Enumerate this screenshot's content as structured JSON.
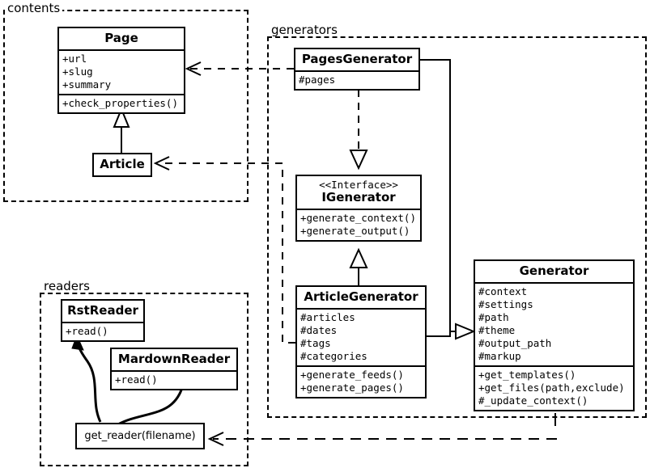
{
  "diagram": {
    "kind": "uml-class-diagram",
    "stroke_color": "#000000",
    "background_color": "#ffffff"
  },
  "packages": [
    {
      "id": "contents",
      "label": "contents"
    },
    {
      "id": "generators",
      "label": "generators"
    },
    {
      "id": "readers",
      "label": "readers"
    }
  ],
  "classes": {
    "page": {
      "name": "Page",
      "attributes": [
        "+url",
        "+slug",
        "+summary"
      ],
      "operations": [
        "+check_properties()"
      ]
    },
    "article": {
      "name": "Article",
      "attributes": [],
      "operations": []
    },
    "pages_generator": {
      "name": "PagesGenerator",
      "attributes": [
        "#pages"
      ],
      "operations": []
    },
    "igenerator": {
      "stereotype": "<<Interface>>",
      "name": "IGenerator",
      "attributes": [],
      "operations": [
        "+generate_context()",
        "+generate_output()"
      ]
    },
    "article_generator": {
      "name": "ArticleGenerator",
      "attributes": [
        "#articles",
        "#dates",
        "#tags",
        "#categories"
      ],
      "operations": [
        "+generate_feeds()",
        "+generate_pages()"
      ]
    },
    "generator": {
      "name": "Generator",
      "attributes": [
        "#context",
        "#settings",
        "#path",
        "#theme",
        "#output_path",
        "#markup"
      ],
      "operations": [
        "+get_templates()",
        "+get_files(path,exclude)",
        "#_update_context()"
      ]
    },
    "rst_reader": {
      "name": "RstReader",
      "attributes": [],
      "operations": [
        "+read()"
      ]
    },
    "mardown_reader": {
      "name": "MardownReader",
      "attributes": [],
      "operations": [
        "+read()"
      ]
    },
    "get_reader": {
      "name": "get_reader(filename)",
      "attributes": [],
      "operations": []
    }
  },
  "relationships": [
    {
      "id": "article-inherits-page",
      "type": "generalization",
      "from": "Article",
      "to": "Page",
      "arrowhead": "hollow-triangle",
      "line": "solid"
    },
    {
      "id": "pagesgenerator-realizes-igenerator",
      "type": "realization",
      "from": "PagesGenerator",
      "to": "IGenerator",
      "arrowhead": "hollow-triangle",
      "line": "dashed"
    },
    {
      "id": "articlegenerator-realizes-igenerator",
      "type": "realization",
      "from": "ArticleGenerator",
      "to": "IGenerator",
      "arrowhead": "hollow-triangle",
      "line": "solid"
    },
    {
      "id": "pagesgenerator-inherits-generator",
      "type": "generalization",
      "from": "PagesGenerator",
      "to": "Generator",
      "arrowhead": "hollow-triangle",
      "line": "solid"
    },
    {
      "id": "articlegenerator-inherits-generator",
      "type": "generalization",
      "from": "ArticleGenerator",
      "to": "Generator",
      "arrowhead": "hollow-triangle",
      "line": "solid"
    },
    {
      "id": "pagesgenerator-depends-page",
      "type": "dependency",
      "from": "PagesGenerator",
      "to": "Page",
      "arrowhead": "open",
      "line": "dashed"
    },
    {
      "id": "articlegenerator-depends-article",
      "type": "dependency",
      "from": "ArticleGenerator",
      "to": "Article",
      "arrowhead": "open",
      "line": "dashed"
    },
    {
      "id": "generator-depends-get_reader",
      "type": "dependency",
      "from": "Generator",
      "to": "get_reader(filename)",
      "arrowhead": "open",
      "line": "dashed"
    },
    {
      "id": "get_reader-creates-rstreader",
      "type": "create",
      "from": "get_reader(filename)",
      "to": "RstReader",
      "arrowhead": "filled",
      "line": "curved"
    },
    {
      "id": "get_reader-creates-mardownreader",
      "type": "create",
      "from": "get_reader(filename)",
      "to": "MardownReader",
      "arrowhead": "filled",
      "line": "curved"
    }
  ]
}
